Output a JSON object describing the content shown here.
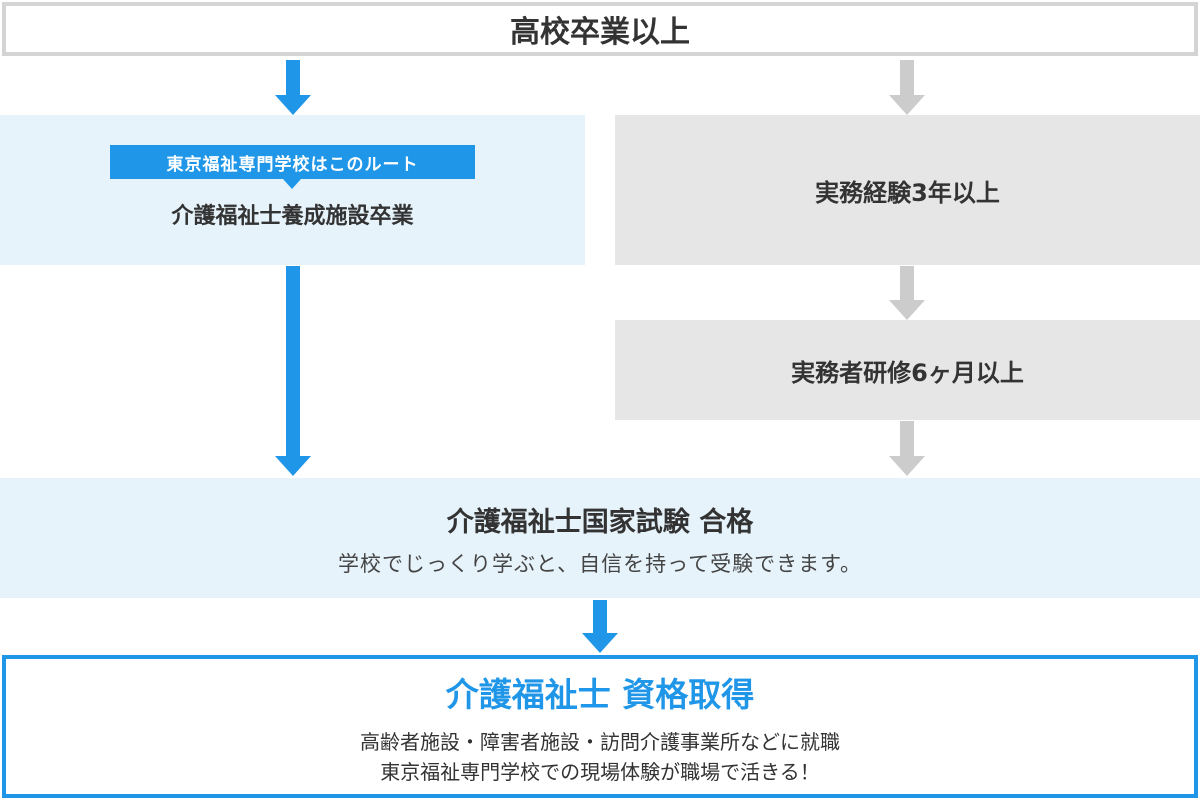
{
  "start": {
    "label": "高校卒業以上"
  },
  "school_route": {
    "tag": "東京福祉専門学校はこのルート",
    "label": "介護福祉士養成施設卒業"
  },
  "work_route": {
    "experience": "実務経験3年以上",
    "training": "実務者研修6ヶ月以上"
  },
  "exam": {
    "title": "介護福祉士国家試験 合格",
    "subtitle": "学校でじっくり学ぶと、自信を持って受験できます。"
  },
  "result": {
    "title": "介護福祉士 資格取得",
    "line1": "高齢者施設・障害者施設・訪問介護事業所などに就職",
    "line2": "東京福祉専門学校での現場体験が職場で活きる！"
  },
  "colors": {
    "accent_blue": "#1f96e8",
    "light_blue_bg": "#e6f3fb",
    "gray_bg": "#e6e6e6",
    "gray_arrow": "#cccccc"
  }
}
